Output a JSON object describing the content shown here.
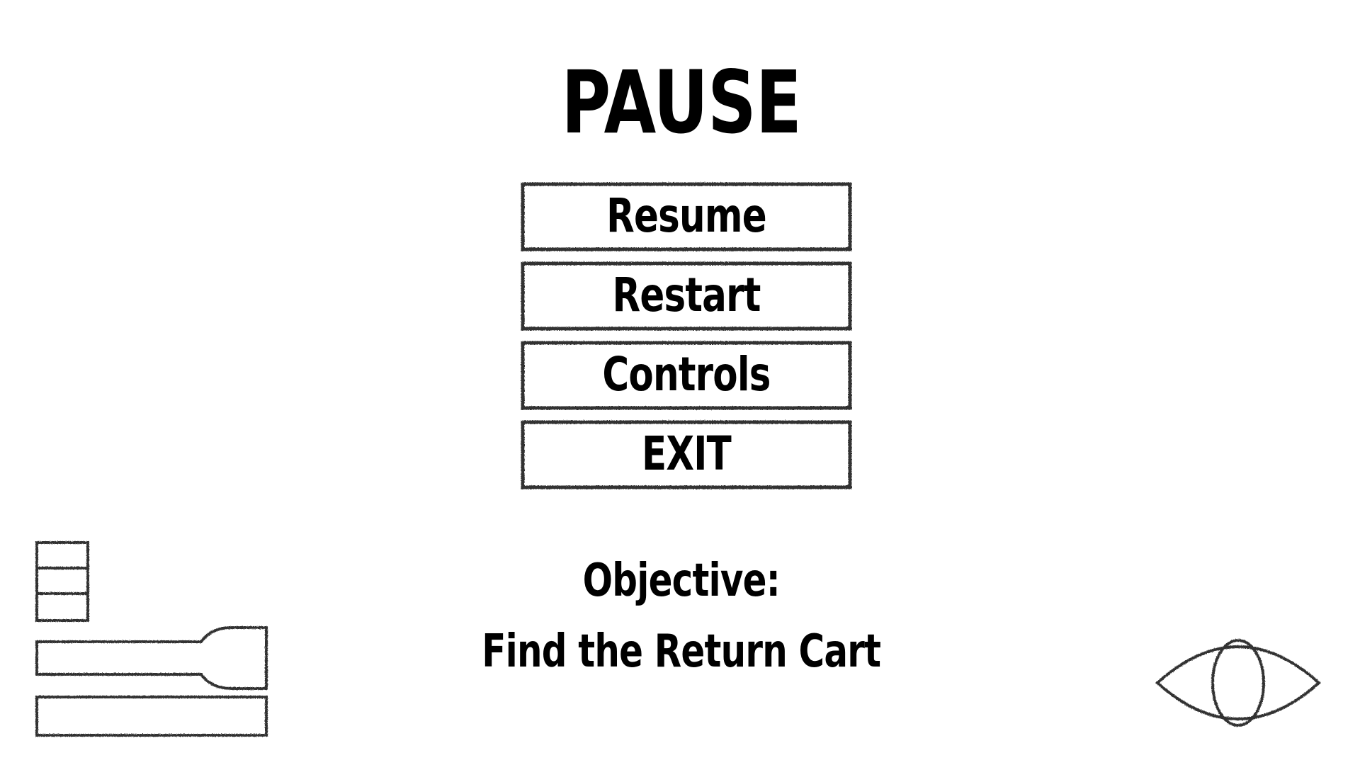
{
  "pause_menu": {
    "title": "PAUSE",
    "buttons": [
      {
        "label": "Resume"
      },
      {
        "label": "Restart"
      },
      {
        "label": "Controls"
      },
      {
        "label": "EXIT"
      }
    ]
  },
  "objective": {
    "heading": "Objective:",
    "text": "Find the Return Cart"
  },
  "hud": {
    "battery_icon": "battery-icon",
    "flashlight_icon": "flashlight-icon",
    "stamina_icon": "stamina-bar-icon",
    "visibility_icon": "eye-icon"
  },
  "colors": {
    "background": "#ffffff",
    "ink": "#000000",
    "sketch_stroke": "#333333"
  }
}
